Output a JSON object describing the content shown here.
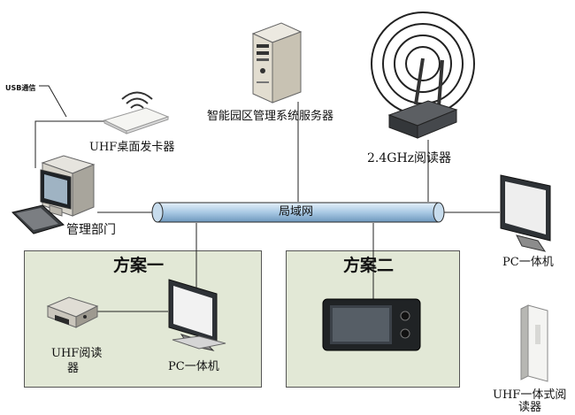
{
  "labels": {
    "usb": "USB通信",
    "desk_reader": "UHF桌面发卡器",
    "server": "智能园区管理系统服务器",
    "wifi_reader": "2.4GHz阅读器",
    "lan": "局域网",
    "mgmt": "管理部门",
    "scheme1": "方案一",
    "scheme2": "方案二",
    "uhf_reader_line1": "UHF阅读",
    "uhf_reader_line2": "器",
    "pc1": "PC一体机",
    "pc_right": "PC一体机",
    "integrated_line1": "UHF一体式阅",
    "integrated_line2": "读器"
  },
  "icons": {
    "desk_reader": "card-issuer-icon",
    "server": "server-tower-icon",
    "wifi_reader": "wireless-router-icon",
    "mgmt_pc": "desktop-computer-icon",
    "pc1": "all-in-one-pc-icon",
    "pc_right": "all-in-one-pc-icon",
    "uhf_reader": "uhf-reader-icon",
    "tablet": "handheld-terminal-icon",
    "integrated_reader": "integrated-reader-icon"
  },
  "colors": {
    "scheme_bg": "#e2e8d6",
    "lan_pipe": "#a9c9e4",
    "line": "#222222"
  }
}
